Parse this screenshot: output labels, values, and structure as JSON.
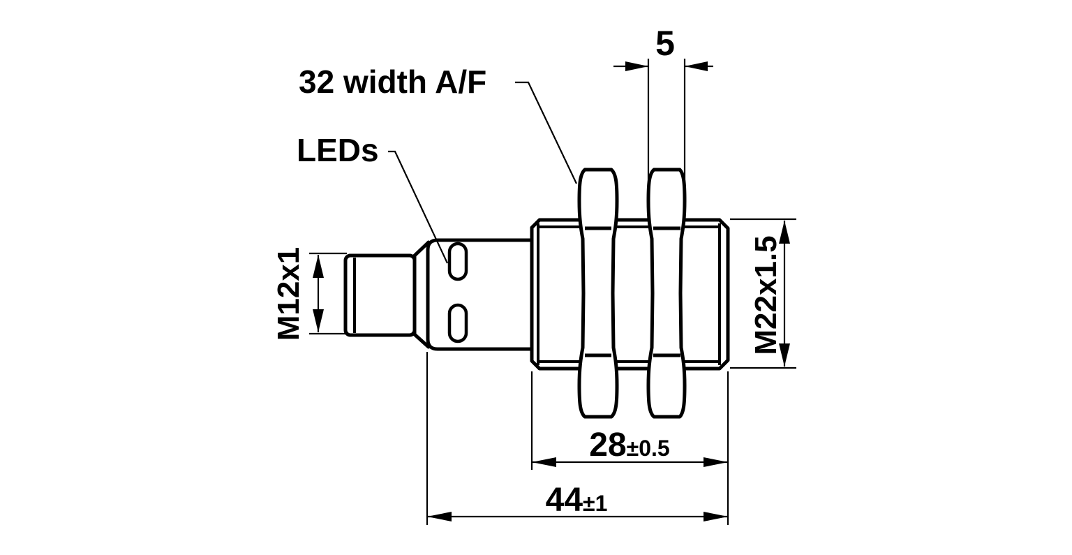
{
  "drawing": {
    "kind": "technical dimension drawing",
    "subject": "threaded cylindrical sensor with M12 connector, side view",
    "ink_color": "#000000",
    "background_color": "#ffffff"
  },
  "callouts": {
    "width_af": "32 width A/F",
    "leds": "LEDs"
  },
  "dimensions": {
    "nut_width": "5",
    "connector_thread": "M12x1",
    "housing_thread": "M22x1.5",
    "thread_length_value": "28",
    "thread_length_tolerance": "±0.5",
    "total_length_value": "44",
    "total_length_tolerance": "±1"
  }
}
